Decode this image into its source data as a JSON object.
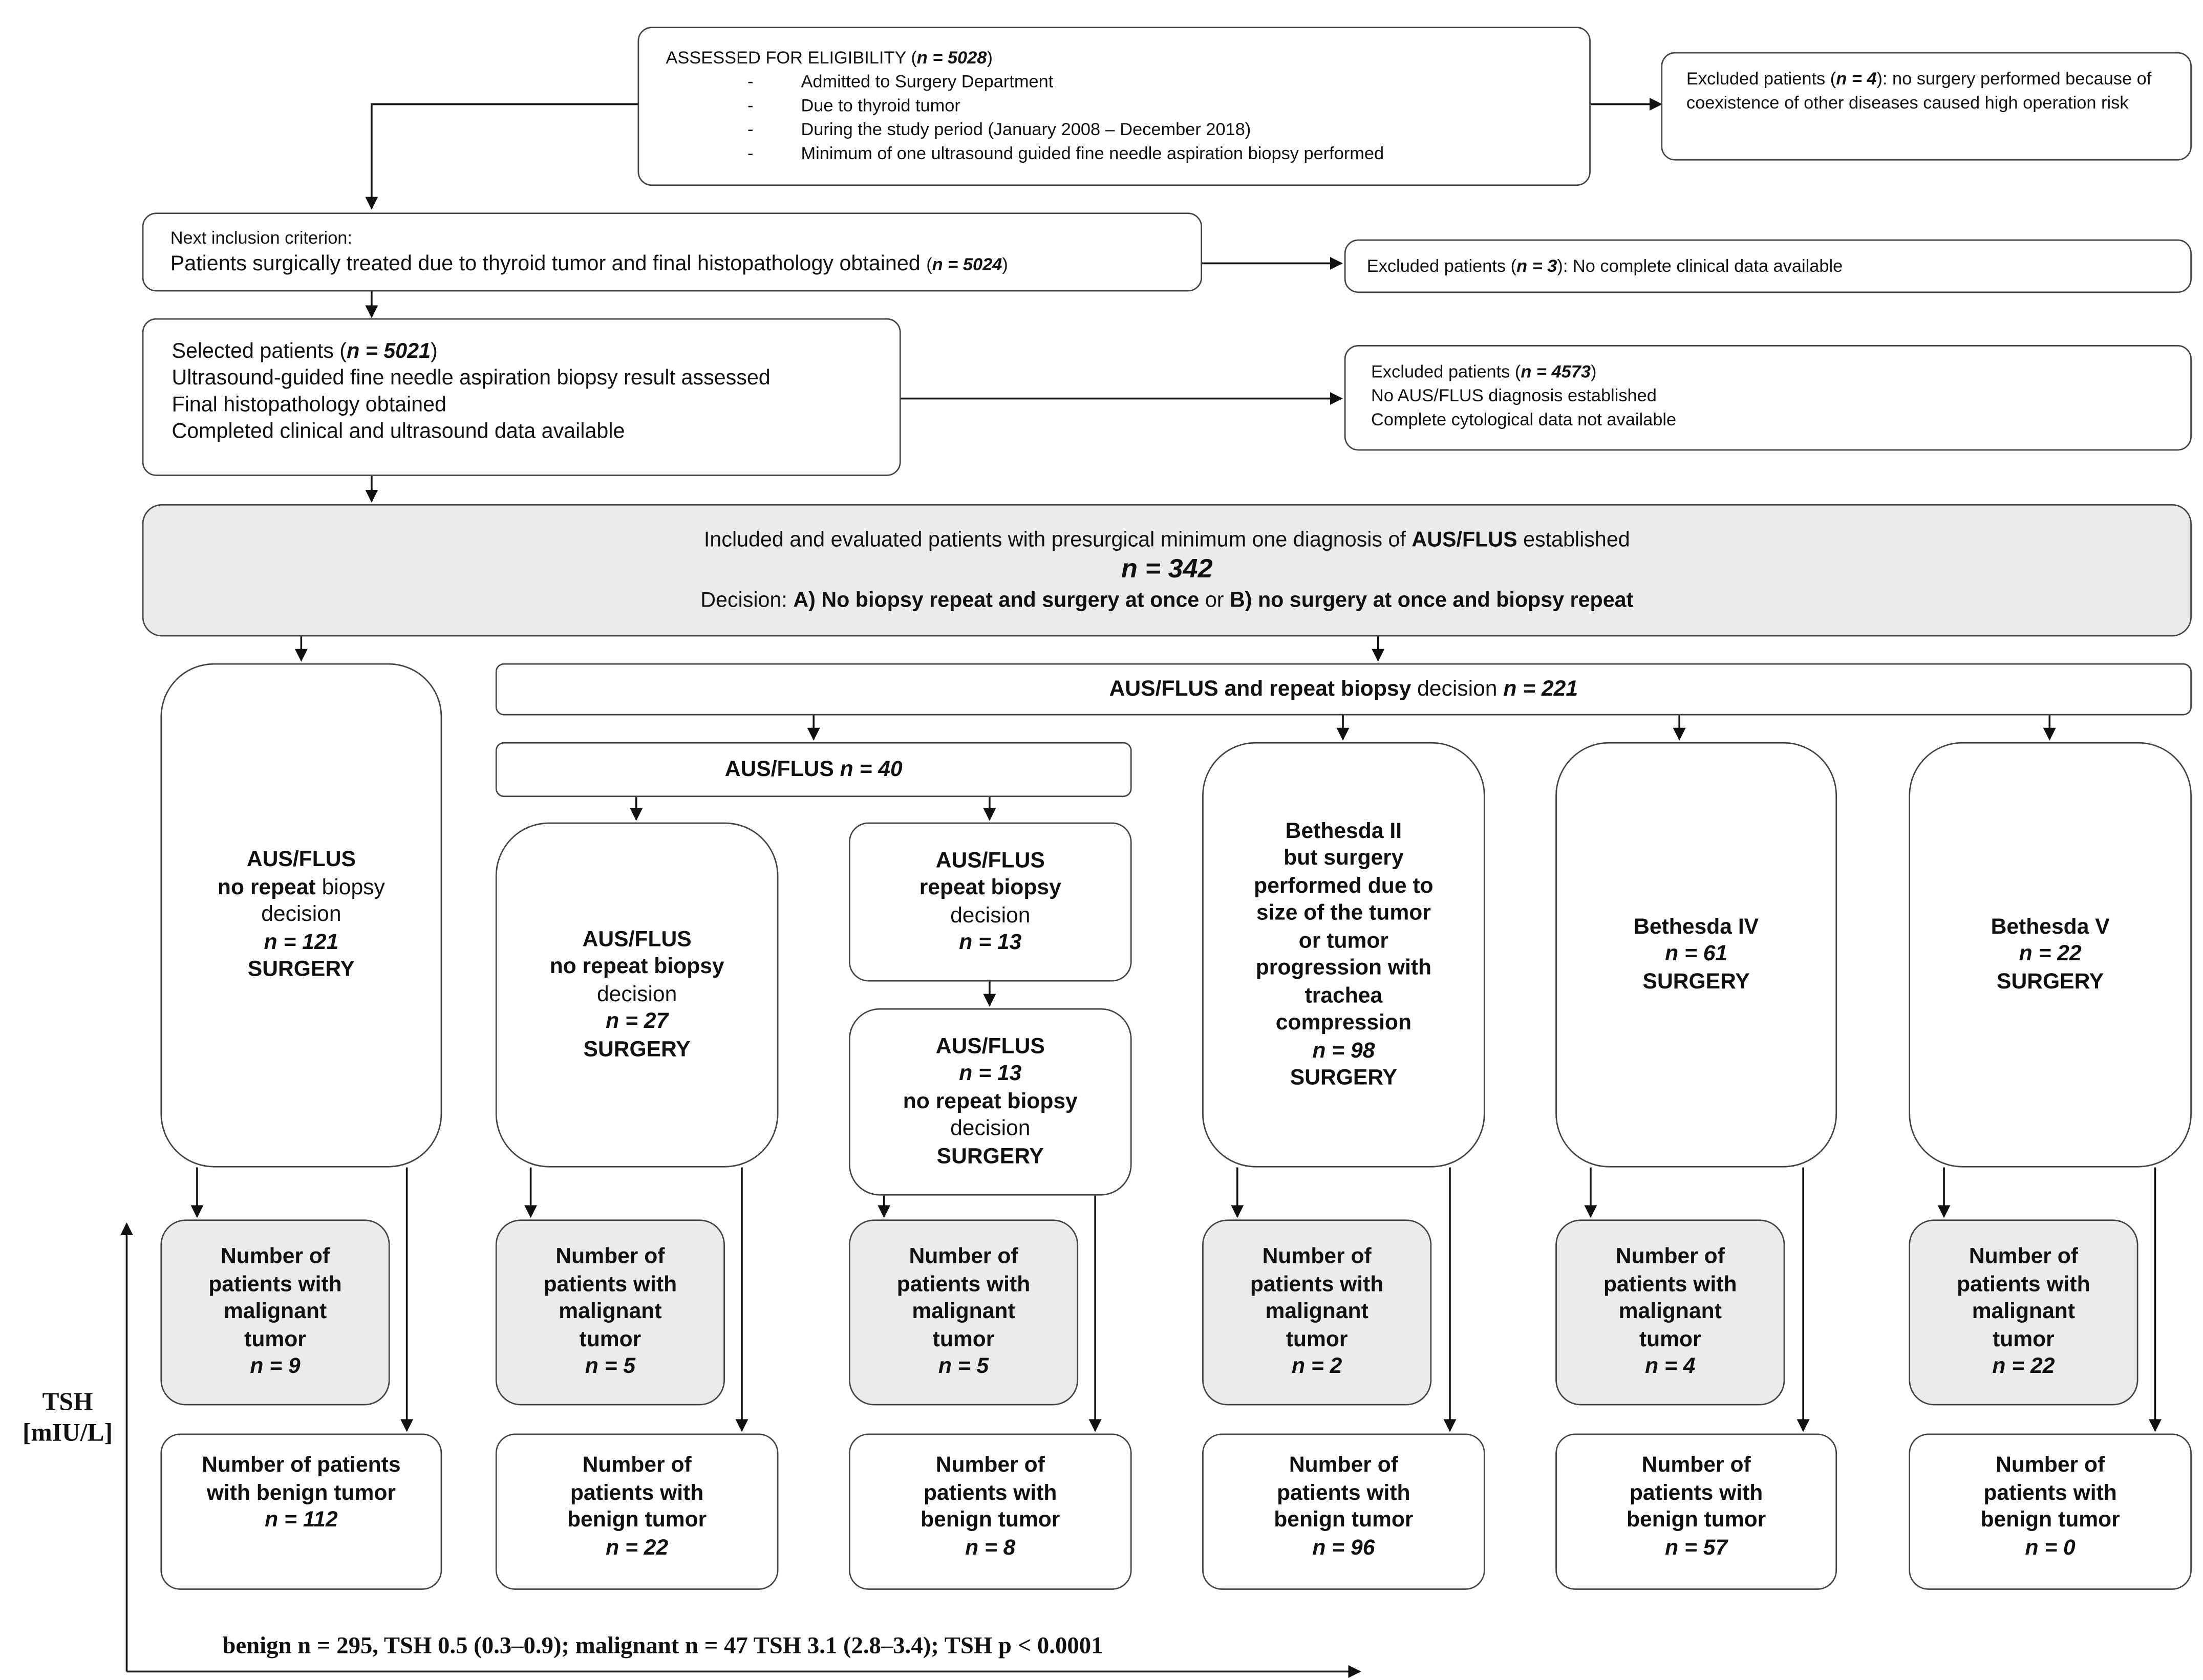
{
  "eligibility": {
    "title": "ASSESSED FOR ELIGIBILITY",
    "n": "n = 5028",
    "criteria": [
      "Admitted to Surgery Department",
      "Due to thyroid tumor",
      "During the study period (January 2008 – December 2018)",
      "Minimum of one ultrasound guided fine needle aspiration biopsy performed"
    ],
    "bullet": "-"
  },
  "exclusion1": {
    "prefix": "Excluded patients (",
    "n": "n = 4",
    "suffix": "): no surgery performed because of coexistence of other diseases caused high operation risk"
  },
  "inclusion2": {
    "line1": "Next inclusion criterion:",
    "line2": "Patients surgically treated due to thyroid tumor and final histopathology obtained",
    "n": "n = 5024"
  },
  "exclusion2": {
    "prefix": "Excluded patients (",
    "n": "n = 3",
    "suffix": "): No complete clinical data available"
  },
  "selected": {
    "prefix": "Selected patients (",
    "n": "n = 5021",
    "suffix": ")",
    "lines": [
      "Ultrasound-guided fine needle aspiration biopsy result assessed",
      "Final histopathology obtained",
      "Completed clinical and ultrasound data available"
    ]
  },
  "exclusion3": {
    "prefix": "Excluded patients (",
    "n": "n = 4573",
    "suffix": ")",
    "lines": [
      "No AUS/FLUS diagnosis established",
      "Complete cytological data not available"
    ]
  },
  "included": {
    "line1_pre": "Included and evaluated patients with presurgical minimum one diagnosis of",
    "line1_bold": "AUS/FLUS",
    "line1_post": "established",
    "n": "n = 342",
    "decision_pre": "Decision:",
    "decision_a": "A) No biopsy repeat and surgery at once",
    "decision_or": "or",
    "decision_b": "B) no surgery at once and biopsy repeat"
  },
  "repeat_header": {
    "pre": "AUS/FLUS and repeat biopsy",
    "mid": "decision",
    "n": "n = 221"
  },
  "ausflus40": {
    "label": "AUS/FLUS",
    "n": "n = 40"
  },
  "groups": {
    "g1": {
      "l1": "AUS/FLUS",
      "l2a": "no repeat",
      "l2b": "biopsy",
      "l3": "decision",
      "n": "n = 121",
      "l5": "SURGERY"
    },
    "g2": {
      "l1": "AUS/FLUS",
      "l2": "no repeat biopsy",
      "l3": "decision",
      "n": "n = 27",
      "l5": "SURGERY"
    },
    "g3a": {
      "l1": "AUS/FLUS",
      "l2": "repeat biopsy",
      "l3": "decision",
      "n": "n = 13"
    },
    "g3b": {
      "l1": "AUS/FLUS",
      "n": "n = 13",
      "l3": "no repeat biopsy",
      "l4": "decision",
      "l5": "SURGERY"
    },
    "g4": {
      "lines": [
        "Bethesda II",
        "but surgery",
        "performed due to",
        "size of the tumor",
        "or tumor",
        "progression with",
        "trachea",
        "compression"
      ],
      "n": "n = 98",
      "l5": "SURGERY"
    },
    "g5": {
      "l1": "Bethesda IV",
      "n": "n = 61",
      "l5": "SURGERY"
    },
    "g6": {
      "l1": "Bethesda V",
      "n": "n = 22",
      "l5": "SURGERY"
    }
  },
  "malignant": {
    "lines": [
      "Number of",
      "patients with",
      "malignant",
      "tumor"
    ],
    "counts": [
      "n = 9",
      "n = 5",
      "n = 5",
      "n = 2",
      "n = 4",
      "n = 22"
    ]
  },
  "benign": {
    "first_lines": [
      "Number of patients",
      "with benign tumor"
    ],
    "lines": [
      "Number of",
      "patients with",
      "benign tumor"
    ],
    "counts": [
      "n = 112",
      "n = 22",
      "n = 8",
      "n = 96",
      "n = 57",
      "n = 0"
    ]
  },
  "axis": {
    "label_line1": "TSH",
    "label_line2": "[mIU/L]",
    "summary": "benign n = 295, TSH 0.5 (0.3–0.9); malignant n = 47 TSH 3.1 (2.8–3.4); TSH p < 0.0001"
  }
}
